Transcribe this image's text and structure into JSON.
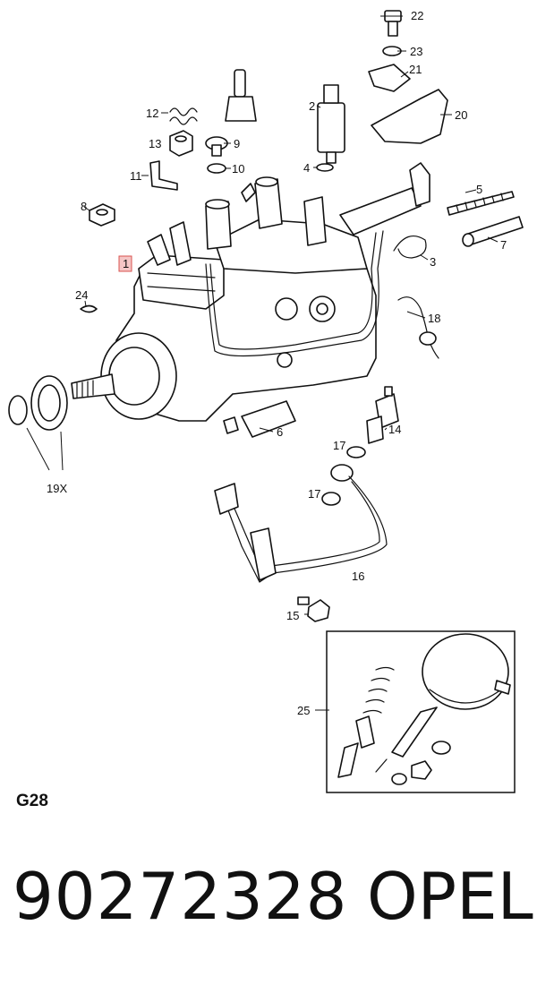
{
  "callouts": {
    "c1": "1",
    "c2": "2",
    "c3": "3",
    "c4": "4",
    "c5": "5",
    "c6": "6",
    "c7": "7",
    "c8": "8",
    "c9": "9",
    "c10": "10",
    "c11": "11",
    "c12": "12",
    "c13": "13",
    "c14": "14",
    "c15": "15",
    "c16": "16",
    "c17a": "17",
    "c17b": "17",
    "c18": "18",
    "c19x": "19X",
    "c20": "20",
    "c21": "21",
    "c22": "22",
    "c23": "23",
    "c24": "24",
    "c25": "25"
  },
  "footer": {
    "group_code": "G28",
    "part_number": "90272328",
    "brand": "OPEL"
  },
  "colors": {
    "highlight_fill": "#f5c6c6",
    "highlight_stroke": "#d9534f",
    "line": "#111111"
  }
}
